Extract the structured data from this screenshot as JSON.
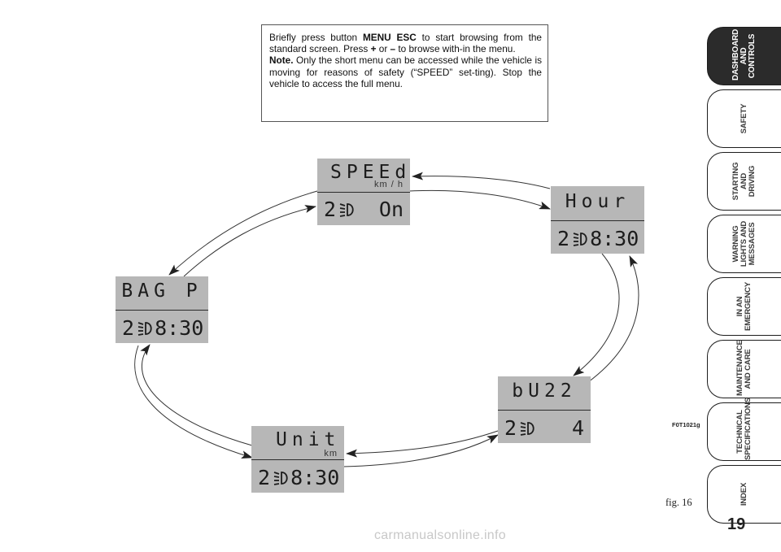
{
  "info": {
    "p1_a": "Briefly press button ",
    "p1_bold": "MENU ESC",
    "p1_b": " to start browsing from the standard screen. Press ",
    "plus": "+",
    "p1_or": " or ",
    "minus": "–",
    "p1_c": " to browse with-in the menu.",
    "note_label": "Note.",
    "note_text": " Only the short menu can be accessed while the vehicle is moving for reasons of safety (“SPEED” set-ting). Stop the vehicle to access the full menu."
  },
  "displays": {
    "speed": {
      "top": "SPEEd",
      "unit": "km / h",
      "left": "2",
      "right": "On"
    },
    "hour": {
      "top": "Hour",
      "left": "2",
      "right": "8:30"
    },
    "bag": {
      "top": "BAG P",
      "left": "2",
      "right": "8:30"
    },
    "buzz": {
      "top": "bU22",
      "left": "2",
      "right": "4"
    },
    "unit": {
      "top": "Unit",
      "unit": "km",
      "left": "2",
      "right": "8:30"
    }
  },
  "icons": {
    "lamp": "headlamp-icon",
    "arrow": "arrow-icon"
  },
  "tabs": [
    {
      "label": "DASHBOARD AND CONTROLS",
      "active": true
    },
    {
      "label": "SAFETY",
      "active": false
    },
    {
      "label": "STARTING AND DRIVING",
      "active": false
    },
    {
      "label": "WARNING LIGHTS AND MESSAGES",
      "active": false
    },
    {
      "label": "IN AN EMERGENCY",
      "active": false
    },
    {
      "label": "MAINTENANCE AND CARE",
      "active": false
    },
    {
      "label": "TECHNICAL SPECIFICATIONS",
      "active": false
    },
    {
      "label": "INDEX",
      "active": false
    }
  ],
  "figure": {
    "code": "F0T1021g",
    "label": "fig. 16"
  },
  "page_number": "19",
  "watermark": "carmanualsonline.info",
  "colors": {
    "lcd": "#b7b7b7",
    "tab_active": "#2b2b2b"
  }
}
